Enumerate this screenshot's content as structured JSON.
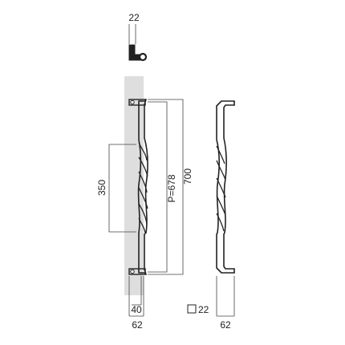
{
  "dimensions": {
    "top_section": "22",
    "twist_length": "350",
    "pitch": "P=678",
    "overall_length": "700",
    "bar_width": "40",
    "projection_front": "62",
    "square_section": "22",
    "projection_side": "62"
  },
  "colors": {
    "door_panel": "#dedede",
    "line": "#222222"
  }
}
